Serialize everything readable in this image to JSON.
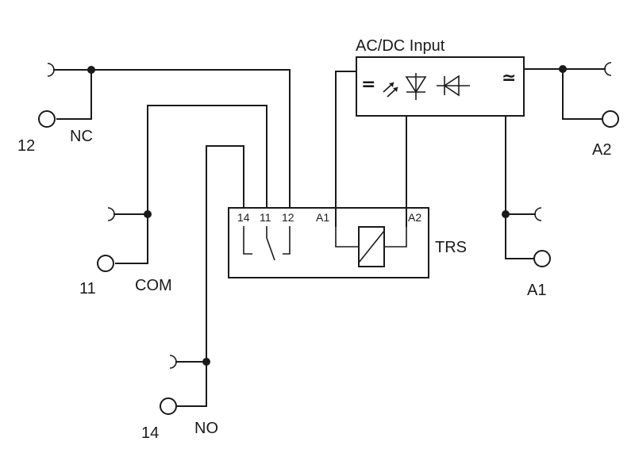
{
  "labels": {
    "nc_terminal": "12",
    "nc": "NC",
    "com_terminal": "11",
    "com": "COM",
    "no_terminal": "14",
    "no": "NO",
    "a2": "A2",
    "a1": "A1",
    "trs": "TRS",
    "input": "AC/DC Input"
  },
  "relay_pins": {
    "p14": "14",
    "p11": "11",
    "p12": "12",
    "a1": "A1",
    "a2": "A2"
  },
  "symbols": {
    "dc": "=",
    "ac": "≃"
  },
  "icons": [
    "led-icon",
    "diode-icon",
    "reverse-diode-icon",
    "relay-coil-icon"
  ]
}
